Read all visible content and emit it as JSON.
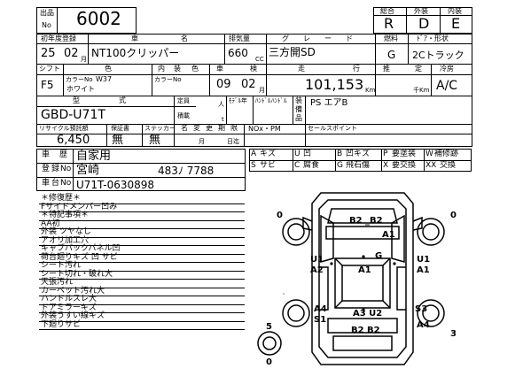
{
  "header": {
    "lot_label_top": "出品",
    "lot_label_bottom": "No",
    "lot_number": "6002",
    "rating_labels": [
      "総合",
      "外装",
      "内装"
    ],
    "rating_values": [
      "R",
      "D",
      "E"
    ]
  },
  "row1": {
    "labels": [
      "初年度登録",
      "車",
      "名",
      "排気量",
      "グ",
      "レ",
      "ー",
      "ド",
      "燃料",
      "ﾄﾞｱ・形状"
    ],
    "year": "25",
    "month": "02",
    "month_unit": "月",
    "model_name": "NT100クリッパー",
    "displacement": "660",
    "cc": "CC",
    "grade": "三方開SD",
    "fuel": "G",
    "shape": "2Cトラック"
  },
  "row2": {
    "labels": [
      "シフト",
      "色",
      "内",
      "装",
      "色",
      "車",
      "検",
      "走",
      "行",
      "推",
      "定",
      "冷房"
    ],
    "shift": "F5",
    "color_no_label": "カラーNo",
    "color_no": "W37",
    "color_name": "ホワイト",
    "interior_color_no_label": "カラーNo",
    "inspection_year": "09",
    "inspection_month": "02",
    "inspection_unit": "月",
    "mileage": "101,153",
    "mileage_unit": "Km",
    "estimate_unit": "千Km",
    "ac": "A/C"
  },
  "row3": {
    "labels": [
      "型",
      "式",
      "定員",
      "人",
      "ﾓﾃﾞﾙ年",
      "ﾊﾝﾄﾞﾙ",
      "ﾊﾝﾄﾞﾙ",
      "装",
      "備",
      "品",
      "積載",
      "t"
    ],
    "model_code": "GBD-U71T",
    "equipment": "PS エアB"
  },
  "row4": {
    "labels": [
      "リサイクル預託額",
      "保証書",
      "ステッカー",
      "名",
      "変",
      "更",
      "期",
      "限",
      "NOx・PM",
      "セールスポイント"
    ],
    "recycle": "6,450",
    "warranty": "無",
    "sticker": "無",
    "month_unit": "月",
    "day_unit": "日迄"
  },
  "registration": {
    "labels": [
      "車",
      "歴",
      "登",
      "録",
      "No",
      "車",
      "台",
      "No"
    ],
    "history": "自家用",
    "reg_area": "宮崎",
    "reg_number": "483ﾉ 7788",
    "chassis": "U71T-0630898"
  },
  "legend": [
    [
      "A",
      "キズ",
      "U",
      "凹",
      "B",
      "凹キズ",
      "P",
      "要塗装",
      "W",
      "補修跡"
    ],
    [
      "S",
      "サビ",
      "C",
      "腐食",
      "G",
      "飛石傷",
      "X",
      "要交換",
      "XX",
      "交換"
    ]
  ],
  "notes": {
    "lines": [
      "＊修復歴＊",
      "Fサイドメンバー凹み",
      "＊特記事項＊",
      "AA初",
      "外装 ツヤなし",
      "アオリ加工穴",
      "キャブバックパネル凹",
      "荷台廻りキズ 凹 サビ",
      "シート汚れ",
      "シート切れ・破れ大",
      "天張汚れ",
      "カーペット汚れ大",
      "ハンドルスレ大",
      "ドアミラーキズ",
      "外装うすい線キズ",
      "下廻りサビ"
    ]
  },
  "diagram": {
    "marks": [
      {
        "id": "b2-top",
        "text": "B2 _B2"
      },
      {
        "id": "tire-fl",
        "text": "0"
      },
      {
        "id": "tire-fr",
        "text": "0"
      },
      {
        "id": "a1-right",
        "text": "A1"
      },
      {
        "id": "g-center",
        "text": "G"
      },
      {
        "id": "u1-left",
        "text": "U1"
      },
      {
        "id": "a2-left",
        "text": "A2"
      },
      {
        "id": "a1-center",
        "text": "A1"
      },
      {
        "id": "u1-right",
        "text": "U1"
      },
      {
        "id": "a1-right2",
        "text": "A1"
      },
      {
        "id": "a4-left",
        "text": "A4"
      },
      {
        "id": "s1-left",
        "text": "S1"
      },
      {
        "id": "a3u2",
        "text": "A3 U2"
      },
      {
        "id": "s3-right",
        "text": "S3"
      },
      {
        "id": "a4-right",
        "text": "A4"
      },
      {
        "id": "num5",
        "text": "5"
      },
      {
        "id": "b2-bottom",
        "text": "B2  B2"
      },
      {
        "id": "num3",
        "text": "3"
      },
      {
        "id": "tire-rear",
        "text": "0"
      }
    ]
  }
}
